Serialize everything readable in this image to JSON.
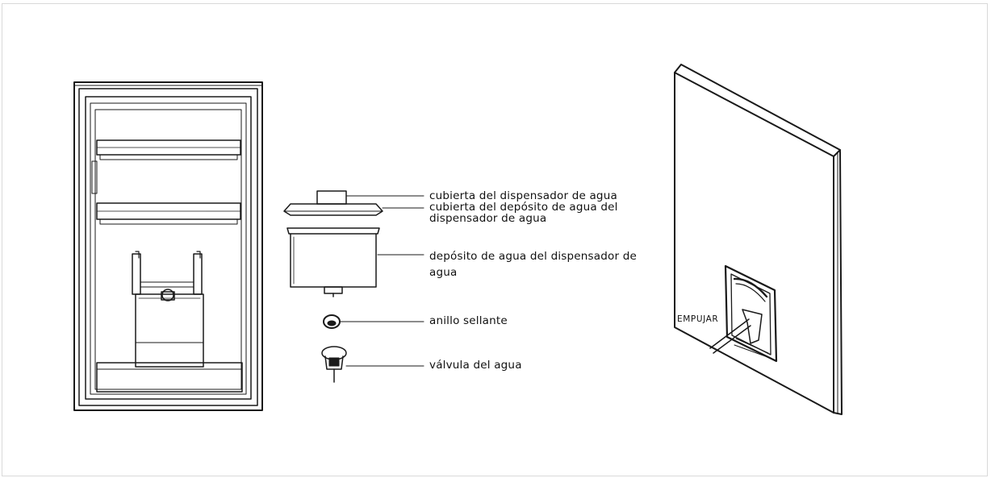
{
  "labels": {
    "dispenser_cover": "cubierta del dispensador de agua",
    "tank_cover": "cubierta del depósito de agua del\ndispensador de agua",
    "tank": "depósito de agua del dispensador de\nagua",
    "seal_ring": "anillo sellante",
    "valve": "válvula del agua",
    "push": "EMPUJAR"
  }
}
